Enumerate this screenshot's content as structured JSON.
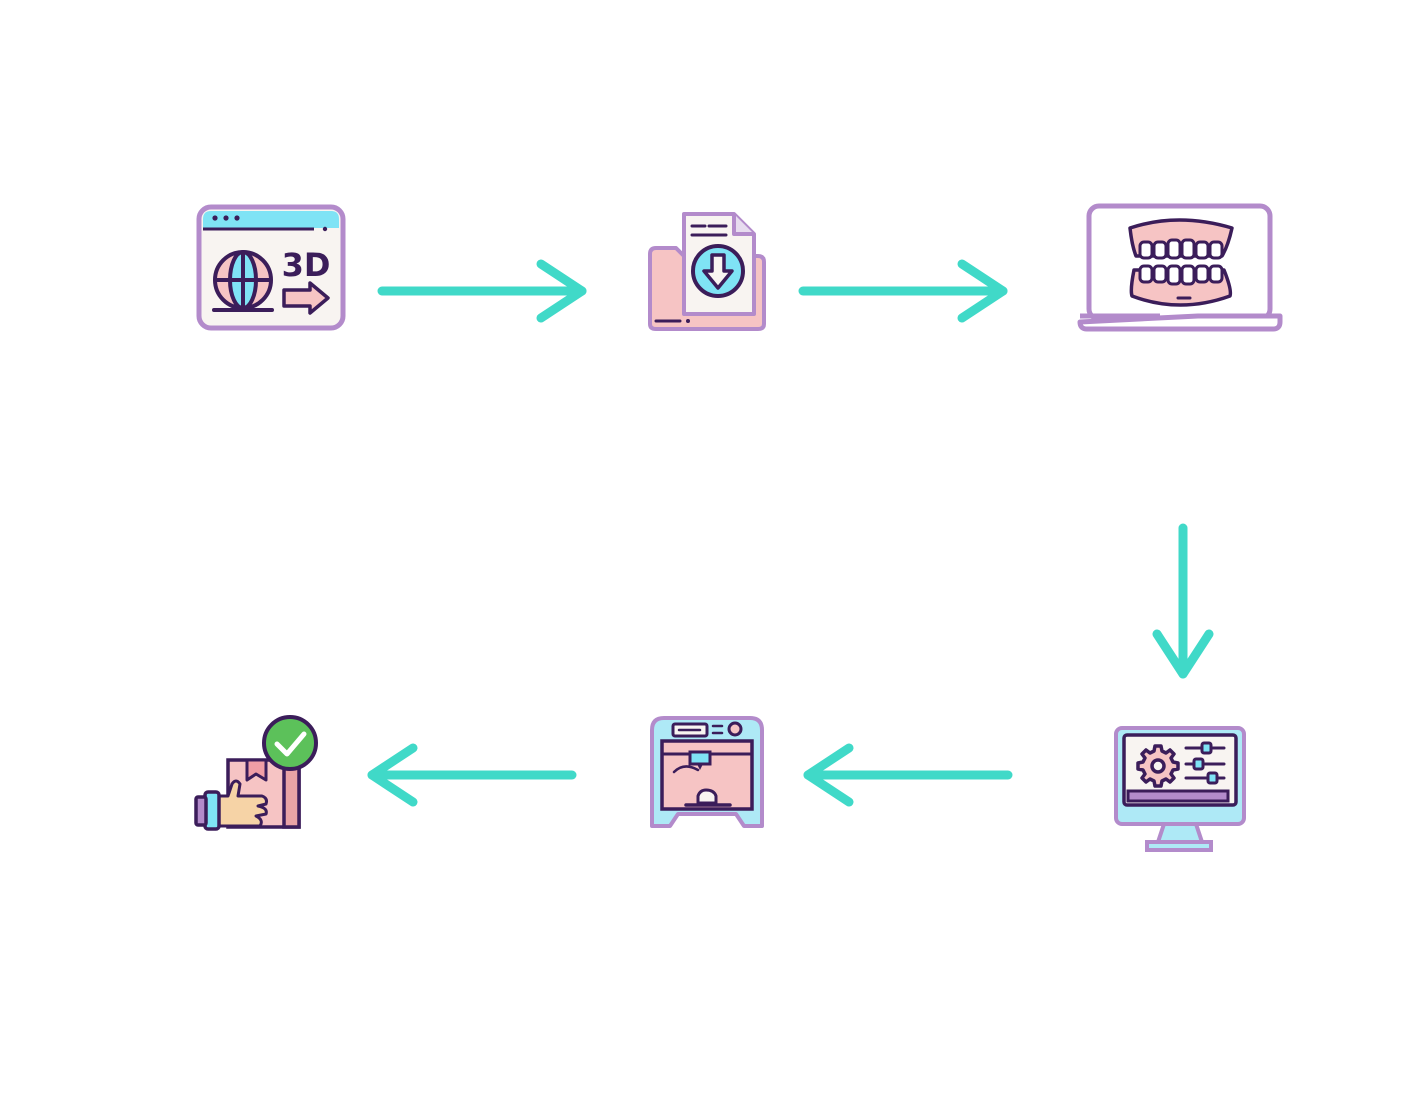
{
  "diagram": {
    "type": "process-flow",
    "steps": [
      {
        "id": "3d-scan",
        "icon": "3d-scan-window-icon",
        "text": "3D"
      },
      {
        "id": "download-file",
        "icon": "file-download-folder-icon"
      },
      {
        "id": "dental-model",
        "icon": "laptop-teeth-model-icon"
      },
      {
        "id": "software-settings",
        "icon": "monitor-settings-icon"
      },
      {
        "id": "3d-printing",
        "icon": "3d-printer-icon"
      },
      {
        "id": "delivery",
        "icon": "package-delivered-icon"
      }
    ],
    "edges": [
      {
        "from": "3d-scan",
        "to": "download-file",
        "direction": "right"
      },
      {
        "from": "download-file",
        "to": "dental-model",
        "direction": "right"
      },
      {
        "from": "dental-model",
        "to": "software-settings",
        "direction": "down"
      },
      {
        "from": "software-settings",
        "to": "3d-printing",
        "direction": "left"
      },
      {
        "from": "3d-printing",
        "to": "delivery",
        "direction": "left"
      }
    ],
    "colors": {
      "arrow": "#40d9c8",
      "outline": "#b38bcb",
      "ink": "#3b1d5a",
      "cyan": "#7fe3f5",
      "pink": "#f6c4c4",
      "panel": "#f8f4f1",
      "green": "#5cc15a"
    }
  }
}
